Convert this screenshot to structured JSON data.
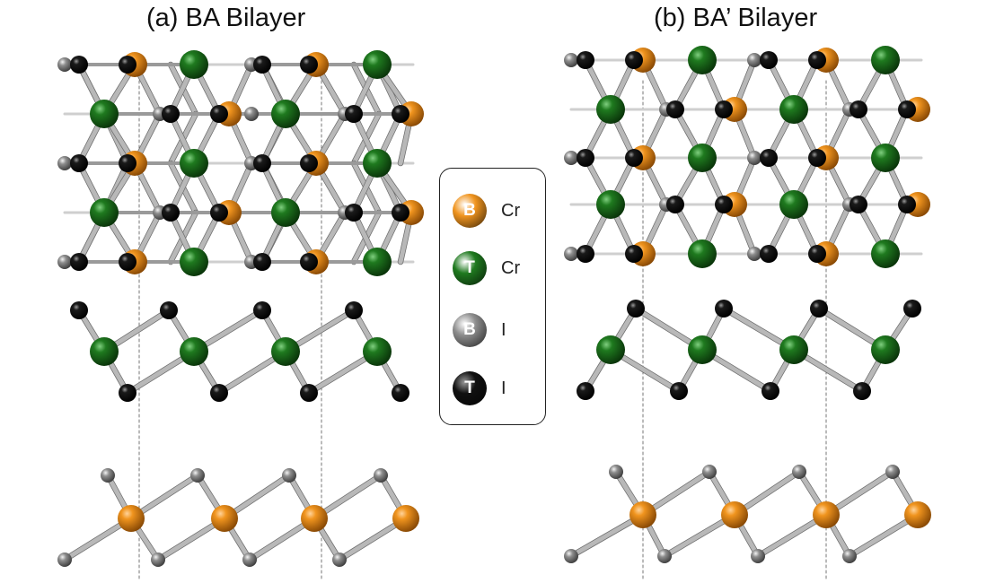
{
  "panels": {
    "a": {
      "title": "(a) BA Bilayer"
    },
    "b": {
      "title": "(b) BA’ Bilayer"
    }
  },
  "legend": [
    {
      "marker": "B",
      "label": "Cr",
      "color": "#d97a10",
      "icon": "bottom-cr-sphere-icon"
    },
    {
      "marker": "T",
      "label": "Cr",
      "color": "#1d6a1d",
      "icon": "top-cr-sphere-icon"
    },
    {
      "marker": "B",
      "label": "I",
      "color": "#8a8a8a",
      "icon": "bottom-i-sphere-icon"
    },
    {
      "marker": "T",
      "label": "I",
      "color": "#111111",
      "icon": "top-i-sphere-icon"
    }
  ],
  "colors": {
    "cr_bottom": "#d97a10",
    "cr_top": "#1d6a1d",
    "i_bottom": "#7a7a7a",
    "i_top": "#111111",
    "bond": "#a8a8a8"
  }
}
